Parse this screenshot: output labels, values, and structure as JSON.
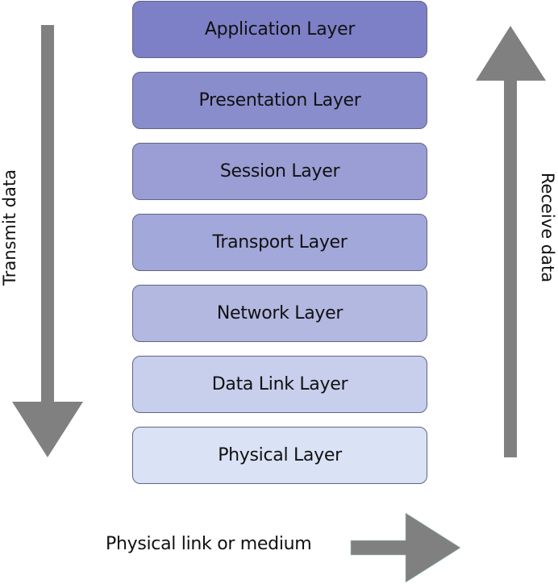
{
  "diagram": {
    "title": "OSI Model",
    "layers": [
      {
        "label": "Application Layer",
        "color": "#7d80c6"
      },
      {
        "label": "Presentation Layer",
        "color": "#8a8dcc"
      },
      {
        "label": "Session Layer",
        "color": "#9a9ed4"
      },
      {
        "label": "Transport Layer",
        "color": "#a3a8da"
      },
      {
        "label": "Network Layer",
        "color": "#b3b8e1"
      },
      {
        "label": "Data Link Layer",
        "color": "#c8cfed"
      },
      {
        "label": "Physical Layer",
        "color": "#dae3f5"
      }
    ],
    "transmit_label": "Transmit data",
    "receive_label": "Receive data",
    "medium_label": "Physical link or medium",
    "arrow_color": "#808080"
  }
}
